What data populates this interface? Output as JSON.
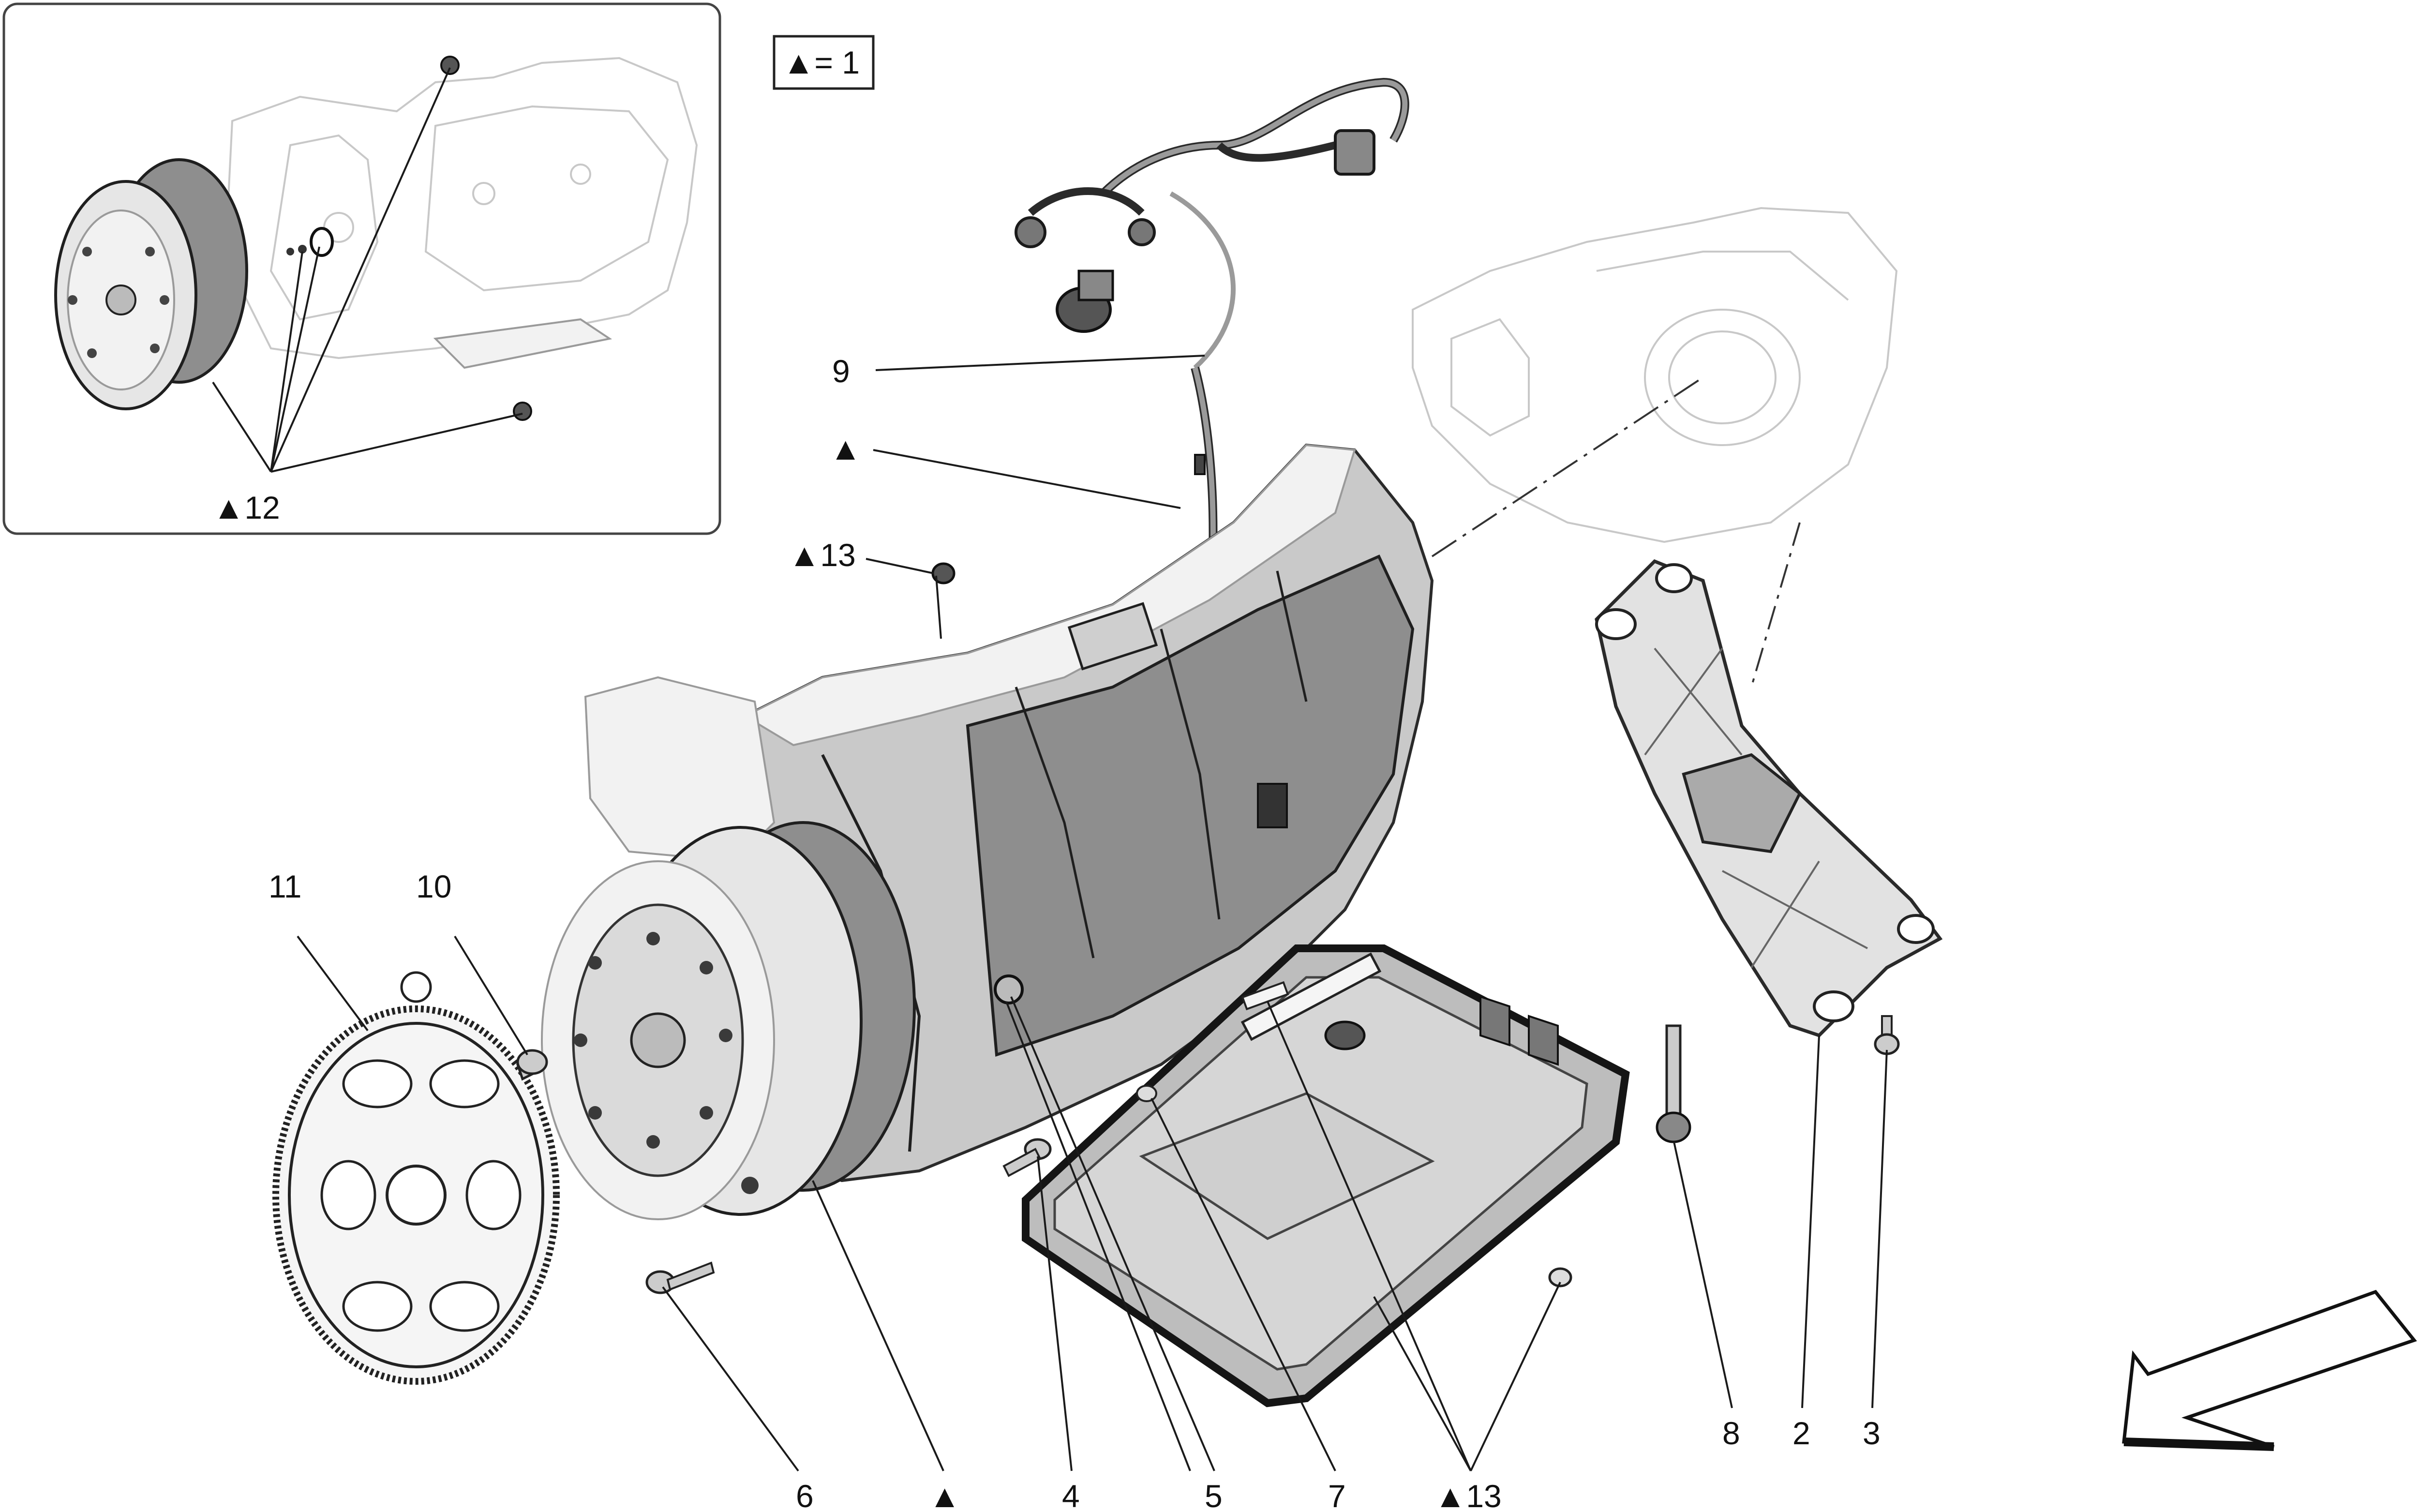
{
  "legend_box": {
    "text": "▲= 1"
  },
  "inset": {
    "label": "▲12"
  },
  "callouts": {
    "c9": "9",
    "tri_top": "▲",
    "c13_top": "▲13",
    "c11": "11",
    "c10": "10",
    "c6": "6",
    "tri_bottom": "▲",
    "c4": "4",
    "c5": "5",
    "c7": "7",
    "c13_bottom": "▲13",
    "c8": "8",
    "c2": "2",
    "c3": "3"
  }
}
